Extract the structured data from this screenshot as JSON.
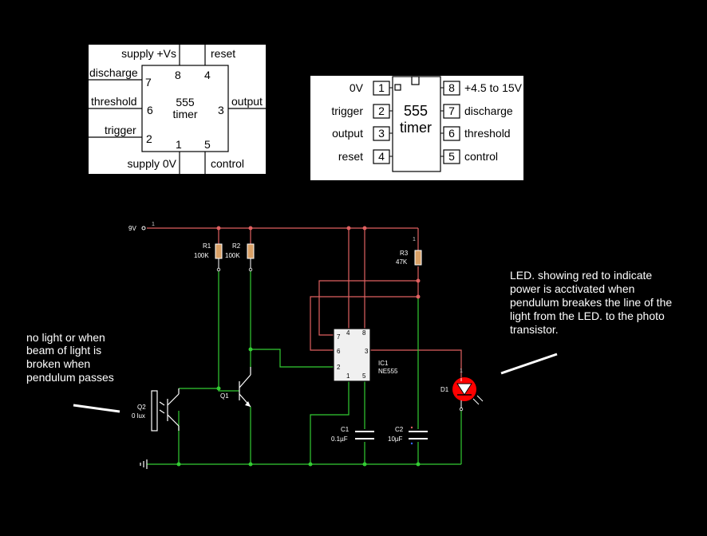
{
  "panel1": {
    "top_labels": [
      "supply +Vs",
      "reset"
    ],
    "bottom_labels": [
      "supply 0V",
      "control"
    ],
    "left_labels": [
      "discharge",
      "threshold",
      "trigger"
    ],
    "right_labels": [
      "output"
    ],
    "center_line1": "555",
    "center_line2": "timer",
    "pins": {
      "p7": "7",
      "p8": "8",
      "p4": "4",
      "p6": "6",
      "p3": "3",
      "p2": "2",
      "p1": "1",
      "p5": "5"
    }
  },
  "panel2": {
    "chip_line1": "555",
    "chip_line2": "timer",
    "left_pins": [
      {
        "num": "1",
        "label": "0V"
      },
      {
        "num": "2",
        "label": "trigger"
      },
      {
        "num": "3",
        "label": "output"
      },
      {
        "num": "4",
        "label": "reset"
      }
    ],
    "right_pins": [
      {
        "num": "8",
        "label": "+4.5 to 15V"
      },
      {
        "num": "7",
        "label": "discharge"
      },
      {
        "num": "6",
        "label": "threshold"
      },
      {
        "num": "5",
        "label": "control"
      }
    ]
  },
  "circuit": {
    "supply_label": "9V",
    "supply_pin": "1",
    "r1_name": "R1",
    "r1_value": "100K",
    "r2_name": "R2",
    "r2_value": "100K",
    "r3_name": "R3",
    "r3_value": "47K",
    "r3_pin": "1",
    "q1_name": "Q1",
    "q2_name": "Q2",
    "q2_value": "0 lux",
    "ic_name": "IC1",
    "ic_part": "NE555",
    "ic_pins": {
      "p7": "7",
      "p4": "4",
      "p8": "8",
      "p6": "6",
      "p3": "3",
      "p2": "2",
      "p1": "1",
      "p5": "5"
    },
    "c1_name": "C1",
    "c1_value": "0.1µF",
    "c2_name": "C2",
    "c2_value": "10µF",
    "d1_name": "D1",
    "d1_pin": "1",
    "colors": {
      "supply": "#e06060",
      "ground": "#33cc33",
      "signal": "#e06060"
    }
  },
  "notes": {
    "left": [
      "no light or when",
      "beam of light is",
      "broken when",
      "pendulum passes"
    ],
    "right": [
      "LED. showing red to indicate",
      "power is acctivated when",
      "pendulum breakes the line of the",
      "light from the LED. to the photo",
      "transistor."
    ]
  }
}
